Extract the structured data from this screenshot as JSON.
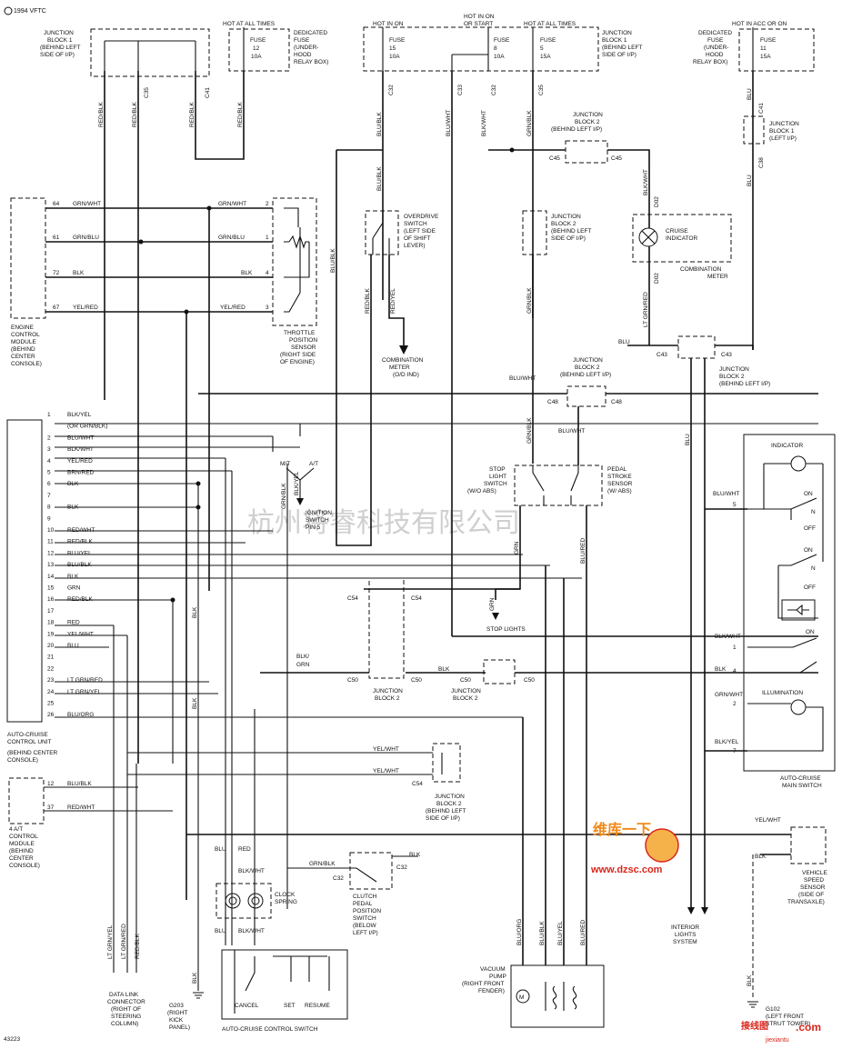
{
  "header": {
    "year_label": "1994 VFTC",
    "fig_number": "43223"
  },
  "power": {
    "hot_all_times_1": "HOT AT ALL TIMES",
    "hot_in_on": "HOT IN ON",
    "hot_on_or_start_1": "HOT IN ON",
    "hot_on_or_start_2": "OR START",
    "hot_all_times_2": "HOT AT ALL TIMES",
    "hot_acc_on": "HOT IN ACC OR ON"
  },
  "fuses": [
    {
      "line1": "FUSE",
      "line2": "12",
      "line3": "10A"
    },
    {
      "line1": "FUSE",
      "line2": "15",
      "line3": "10A"
    },
    {
      "line1": "FUSE",
      "line2": "8",
      "line3": "10A"
    },
    {
      "line1": "FUSE",
      "line2": "5",
      "line3": "15A"
    },
    {
      "line1": "FUSE",
      "line2": "11",
      "line3": "15A"
    }
  ],
  "blocks": {
    "jb1_left": [
      "JUNCTION",
      "BLOCK 1",
      "(BEHIND LEFT",
      "SIDE OF I/P)"
    ],
    "ded_fuse_1": [
      "DEDICATED",
      "FUSE",
      "(UNDER-",
      "HOOD",
      "RELAY BOX)"
    ],
    "jb1_mid": [
      "JUNCTION",
      "BLOCK 1",
      "(BEHIND LEFT",
      "SIDE OF I/P)"
    ],
    "ded_fuse_2": [
      "DEDICATED",
      "FUSE",
      "(UNDER-",
      "HOOD",
      "RELAY BOX)"
    ],
    "jb1_right": [
      "JUNCTION",
      "BLOCK 1",
      "(LEFT I/P)"
    ],
    "jb2_top": [
      "JUNCTION",
      "BLOCK 2",
      "(BEHIND LEFT I/P)"
    ],
    "jb2_c43": [
      "JUNCTION",
      "BLOCK 2",
      "(BEHIND LEFT",
      "SIDE OF I/P)"
    ],
    "cruise_indicator": [
      "CRUISE",
      "INDICATOR"
    ],
    "combination_meter": [
      "COMBINATION",
      "METER"
    ],
    "jb2_c43b": [
      "JUNCTION",
      "BLOCK 2",
      "(BEHIND LEFT I/P)"
    ],
    "jb2_c48": [
      "JUNCTION",
      "BLOCK 2",
      "(BEHIND LEFT I/P)"
    ],
    "ecm": [
      "ENGINE",
      "CONTROL",
      "MODULE",
      "(BEHIND",
      "CENTER",
      "CONSOLE)"
    ],
    "tps": [
      "THROTTLE",
      "POSITION",
      "SENSOR",
      "(RIGHT SIDE",
      "OF ENGINE)"
    ],
    "overdrive": [
      "OVERDRIVE",
      "SWITCH",
      "(LEFT SIDE",
      "OF SHIFT",
      "LEVER)"
    ],
    "comb_meter_od": [
      "COMBINATION",
      "METER",
      "(O/D IND)"
    ],
    "stop_light_sw": [
      "STOP",
      "LIGHT",
      "SWITCH",
      "(W/O ABS)"
    ],
    "pedal_stroke": [
      "PEDAL",
      "STROKE",
      "SENSOR",
      "(W/ ABS)"
    ],
    "ignition_sw": [
      "IGNITION",
      "SWITCH",
      "PIN 5"
    ],
    "stop_lights": [
      "STOP LIGHTS"
    ],
    "jb2_c54": [
      "JUNCTION",
      "BLOCK 2"
    ],
    "jb2_c50": [
      "JUNCTION",
      "BLOCK 2"
    ],
    "jb2_c54b": [
      "JUNCTION",
      "BLOCK 2",
      "(BEHIND LEFT",
      "SIDE OF I/P)"
    ],
    "acu": [
      "AUTO-CRUISE",
      "CONTROL UNIT",
      "(BEHIND CENTER",
      "CONSOLE)"
    ],
    "at_module": [
      "4 A/T",
      "CONTROL",
      "MODULE",
      "(BEHIND",
      "CENTER",
      "CONSOLE)"
    ],
    "clock_spring": [
      "CLOCK",
      "SPRING"
    ],
    "clutch_sw": [
      "CLUTCH",
      "PEDAL",
      "POSITION",
      "SWITCH",
      "(BELOW",
      "LEFT I/P)"
    ],
    "dlc": [
      "DATA LINK",
      "CONNECTOR",
      "(RIGHT OF",
      "STEERING",
      "COLUMN)"
    ],
    "g203": [
      "G203",
      "(RIGHT",
      "KICK",
      "PANEL)"
    ],
    "acs_switch": [
      "AUTO-CRUISE CONTROL SWITCH"
    ],
    "vacuum_pump": [
      "VACUUM",
      "PUMP",
      "(RIGHT FRONT",
      "FENDER)"
    ],
    "interior_lights": [
      "INTERIOR",
      "LIGHTS",
      "SYSTEM"
    ],
    "vss": [
      "VEHICLE",
      "SPEED",
      "SENSOR",
      "(SIDE OF",
      "TRANSAXLE)"
    ],
    "g102": [
      "G102",
      "(LEFT FRONT",
      "STRUT TOWER)"
    ],
    "main_switch": [
      "AUTO-CRUISE",
      "MAIN SWITCH"
    ],
    "indicator": [
      "INDICATOR"
    ],
    "illumination": [
      "ILLUMINATION"
    ]
  },
  "acu_pins": [
    {
      "n": "1",
      "w": "BLK/YEL"
    },
    {
      "n": "",
      "w": "(OR GRN/BLK)"
    },
    {
      "n": "2",
      "w": "BLU/WHT"
    },
    {
      "n": "3",
      "w": "BLK/WHT"
    },
    {
      "n": "4",
      "w": "YEL/RED"
    },
    {
      "n": "5",
      "w": "BRN/RED"
    },
    {
      "n": "6",
      "w": "BLK"
    },
    {
      "n": "7",
      "w": ""
    },
    {
      "n": "8",
      "w": "BLK"
    },
    {
      "n": "9",
      "w": ""
    },
    {
      "n": "10",
      "w": "RED/WHT"
    },
    {
      "n": "11",
      "w": "RED/BLK"
    },
    {
      "n": "12",
      "w": "BLU/YEL"
    },
    {
      "n": "13",
      "w": "BLU/BLK"
    },
    {
      "n": "14",
      "w": "BLK"
    },
    {
      "n": "15",
      "w": "GRN"
    },
    {
      "n": "16",
      "w": "RED/BLK"
    },
    {
      "n": "17",
      "w": ""
    },
    {
      "n": "18",
      "w": "RED"
    },
    {
      "n": "19",
      "w": "YEL/WHT"
    },
    {
      "n": "20",
      "w": "BLU"
    },
    {
      "n": "21",
      "w": ""
    },
    {
      "n": "22",
      "w": ""
    },
    {
      "n": "23",
      "w": "LT GRN/RED"
    },
    {
      "n": "24",
      "w": "LT GRN/YEL"
    },
    {
      "n": "25",
      "w": ""
    },
    {
      "n": "26",
      "w": "BLU/ORG"
    }
  ],
  "ecm_pins": [
    {
      "n": "64",
      "w": "GRN/WHT"
    },
    {
      "n": "61",
      "w": "GRN/BLU"
    },
    {
      "n": "72",
      "w": "BLK"
    },
    {
      "n": "67",
      "w": "YEL/RED"
    }
  ],
  "tps_pins": [
    {
      "n": "2",
      "w": "GRN/WHT"
    },
    {
      "n": "1",
      "w": "GRN/BLU"
    },
    {
      "n": "4",
      "w": "BLK"
    },
    {
      "n": "3",
      "w": "YEL/RED"
    }
  ],
  "wires": {
    "red_blk": "RED/BLK",
    "blu_blk": "BLU/BLK",
    "blu_wht": "BLU/WHT",
    "blk_wht": "BLK/WHT",
    "grn_blk": "GRN/BLK",
    "red_yel": "RED/YEL",
    "lt_grn_red": "LT GRN/RED",
    "blu": "BLU",
    "blk": "BLK",
    "grn": "GRN",
    "blk_grn": "BLK/\nGRN",
    "red": "RED",
    "blu_org": "BLU/ORG",
    "blu_red": "BLU/RED",
    "blu_yel": "BLU/YEL",
    "yel_wht": "YEL/WHT",
    "lt_grn_yel": "LT GRN/YEL",
    "grn_wht": "GRN/WHT",
    "blk_yel": "BLK/YEL",
    "mt": "M/T",
    "at": "A/T",
    "blk_yel_short": "BLK/YEL",
    "grn_blk_v": "GRN/BLK"
  },
  "connectors": {
    "c35": "C35",
    "c41": "C41",
    "c32": "C32",
    "c33": "C33",
    "c45": "C45",
    "c43": "C43",
    "d02": "D02",
    "c38": "C38",
    "c48": "C48",
    "c54": "C54",
    "c50": "C50"
  },
  "switch_labels": {
    "cancel": "CANCEL",
    "set": "SET",
    "resume": "RESUME",
    "on": "ON",
    "off": "OFF",
    "n": "N"
  },
  "watermark": {
    "cn": "杭州将睿科技有限公司",
    "site": "www.dzsc.com",
    "brand1": "维库一下",
    "brand2": "接线图",
    "brand3": "jiexiantu",
    "brand4": ".com"
  },
  "colors": {
    "ink": "#111111",
    "watermark": "#cfcfcf",
    "brand_orange": "#f08a1c",
    "brand_red": "#d9261c"
  }
}
